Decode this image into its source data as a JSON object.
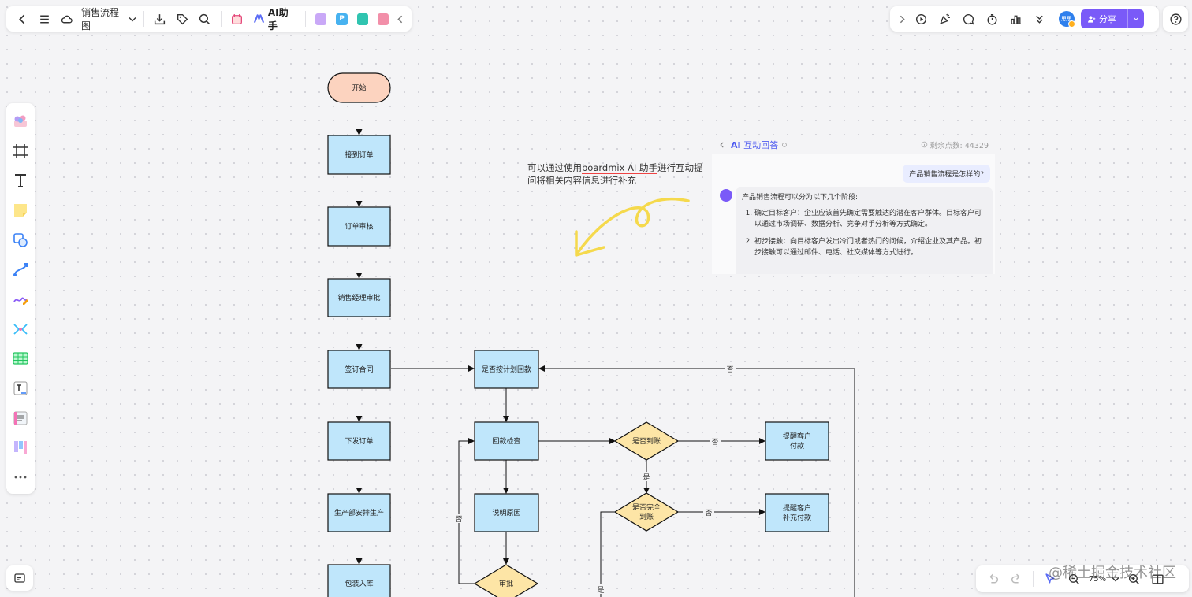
{
  "toolbar": {
    "doc_title": "销售流程图",
    "ai_label": "AI助手"
  },
  "share": {
    "label": "分享"
  },
  "avatar": {
    "text": "思思"
  },
  "zoom": {
    "level": "75%"
  },
  "watermark": "@稀土掘金技术社区",
  "annotation": {
    "prefix": "可以通过使用",
    "highlight": "boardmix AI 助手",
    "suffix": "进行互动提问将相关内容信息进行补充"
  },
  "ai_panel": {
    "prefix": "AI",
    "title": "互动回答",
    "points_label": "剩余点数: 44329",
    "question": "产品销售流程是怎样的?",
    "answer_intro": "产品销售流程可以分为以下几个阶段:",
    "answer_items": [
      "确定目标客户：企业应该首先确定需要触达的潜在客户群体。目标客户可以通过市场调研、数据分析、竞争对手分析等方式确定。",
      "初步接触：向目标客户发出冷门或者热门的问候，介绍企业及其产品。初步接触可以通过邮件、电话、社交媒体等方式进行。"
    ]
  },
  "flow": {
    "nodes": {
      "start": "开始",
      "receive_order": "接到订单",
      "order_review": "订单审核",
      "manager_approval": "销售经理审批",
      "sign_contract": "签订合同",
      "issue_order": "下发订单",
      "production": "生产部安排生产",
      "warehouse": "包装入库",
      "payment_on_plan": "是否按计划回款",
      "payment_check": "回款检查",
      "explain_reason": "说明原因",
      "approve": "审批",
      "arrived": "是否到账",
      "remind_pay_1": "提醒客户",
      "remind_pay_2": "付款",
      "fully_arrived_1": "是否完全",
      "fully_arrived_2": "到账",
      "remind_full_1": "提醒客户",
      "remind_full_2": "补充付款"
    },
    "edges": {
      "yes": "是",
      "no": "否"
    }
  },
  "colors": {
    "accent": "#7a5af8",
    "process_fill": "#bfe6fb",
    "start_fill": "#fcd3bf",
    "decision_fill": "#fde5a6",
    "arrow_stroke": "#f5d94c"
  }
}
